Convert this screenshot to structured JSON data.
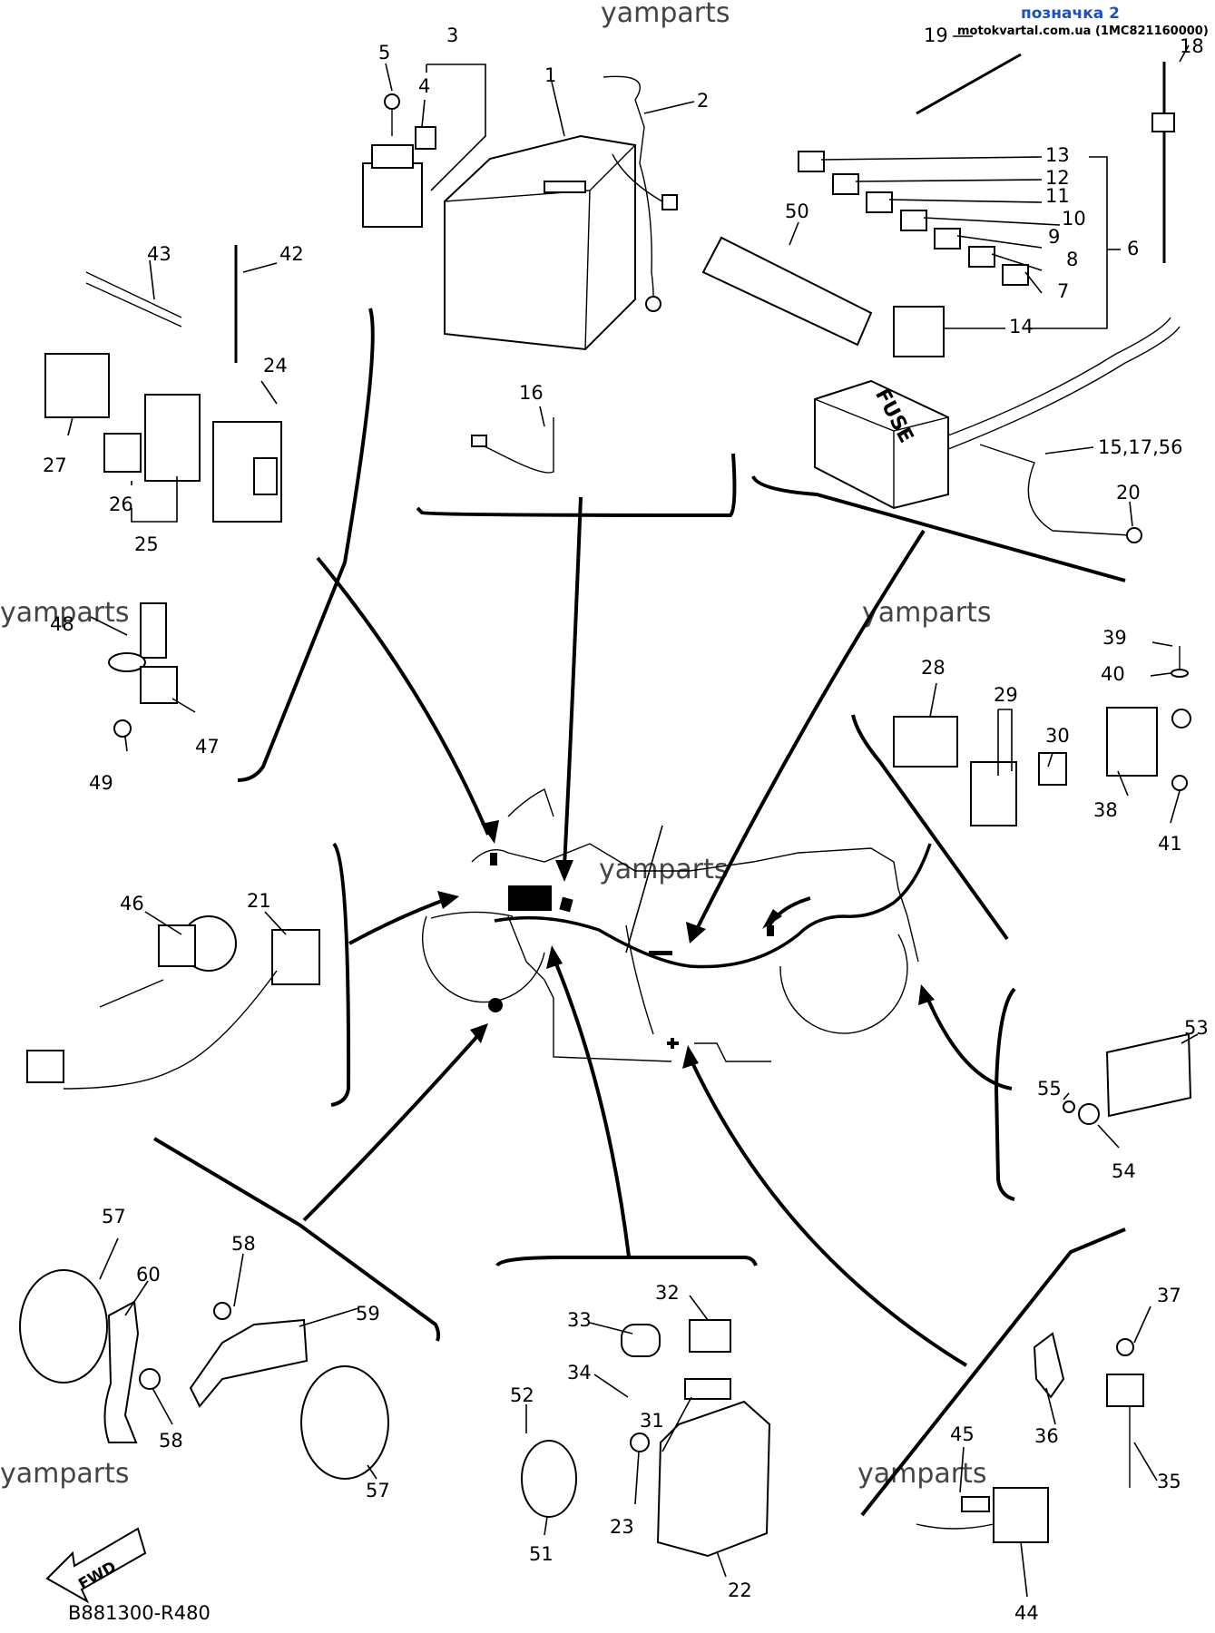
{
  "header": {
    "watermark": "yamparts",
    "note_title": "позначка 2",
    "note_source": "motokvartal.com.ua (1MC821160000)"
  },
  "footer": {
    "code": "B881300-R480",
    "fwd_label": "FWD"
  },
  "callouts": [
    "1",
    "2",
    "3",
    "4",
    "5",
    "6",
    "7",
    "8",
    "9",
    "10",
    "11",
    "12",
    "13",
    "14",
    "15,17,56",
    "16",
    "18",
    "19",
    "20",
    "21",
    "22",
    "23",
    "24",
    "25",
    "26",
    "27",
    "28",
    "29",
    "30",
    "31",
    "32",
    "33",
    "34",
    "35",
    "36",
    "37",
    "38",
    "39",
    "40",
    "41",
    "42",
    "43",
    "44",
    "45",
    "46",
    "47",
    "48",
    "49",
    "50",
    "51",
    "52",
    "53",
    "54",
    "55",
    "57",
    "58",
    "59",
    "60"
  ],
  "fuse_box_label": "FUSE",
  "colors": {
    "ink": "#000000",
    "note_blue": "#1c4fbf",
    "watermark": "#444444"
  }
}
